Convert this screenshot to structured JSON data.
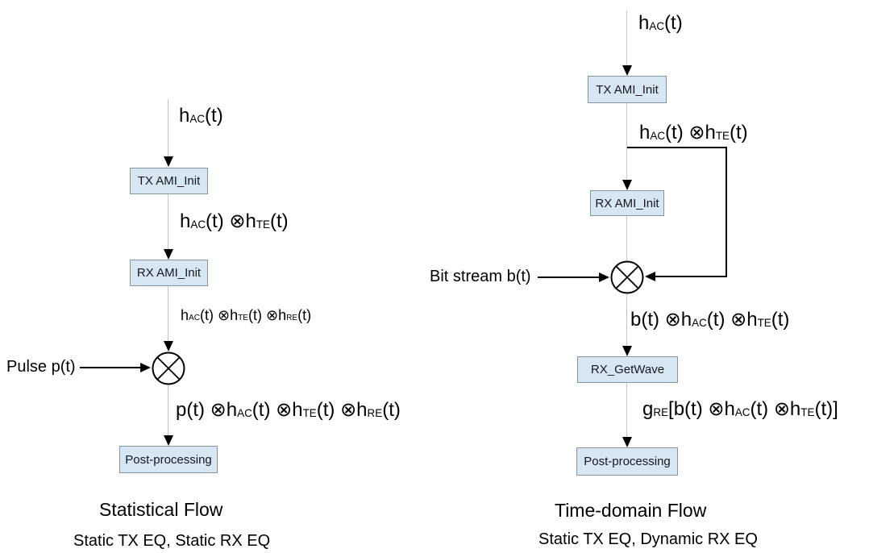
{
  "colors": {
    "background": "#ffffff",
    "box_fill": "#d7e6f3",
    "box_border": "#87939d",
    "connector_line": "#c4c4c4",
    "arrow_and_text": "#000000"
  },
  "multiplier_symbol": "⊗",
  "flows": [
    {
      "id": "statistical",
      "title": "Statistical Flow",
      "subtitle": "Static TX EQ, Static RX EQ",
      "side_input": "Pulse p(t)",
      "boxes": [
        "TX AMI_Init",
        "RX AMI_Init",
        "Post-processing"
      ],
      "signals": [
        [
          {
            "t": "h"
          },
          {
            "s": "AC"
          },
          {
            "t": "(t)"
          }
        ],
        [
          {
            "t": "h"
          },
          {
            "s": "AC"
          },
          {
            "t": "(t) ⊗h"
          },
          {
            "s": "TE"
          },
          {
            "t": "(t)"
          }
        ],
        [
          {
            "t": "h"
          },
          {
            "s": "AC"
          },
          {
            "t": "(t) ⊗h"
          },
          {
            "s": "TE"
          },
          {
            "t": "(t) ⊗h"
          },
          {
            "s": "RE"
          },
          {
            "t": "(t)"
          }
        ],
        [
          {
            "t": "p(t) ⊗h"
          },
          {
            "s": "AC"
          },
          {
            "t": "(t) ⊗h"
          },
          {
            "s": "TE"
          },
          {
            "t": "(t) ⊗h"
          },
          {
            "s": "RE"
          },
          {
            "t": "(t)"
          }
        ]
      ]
    },
    {
      "id": "time-domain",
      "title": "Time-domain Flow",
      "subtitle": "Static TX EQ, Dynamic RX EQ",
      "side_input": "Bit stream b(t)",
      "boxes": [
        "TX AMI_Init",
        "RX AMI_Init",
        "RX_GetWave",
        "Post-processing"
      ],
      "signals": [
        [
          {
            "t": "h"
          },
          {
            "s": "AC"
          },
          {
            "t": "(t)"
          }
        ],
        [
          {
            "t": "h"
          },
          {
            "s": "AC"
          },
          {
            "t": "(t) ⊗h"
          },
          {
            "s": "TE"
          },
          {
            "t": "(t)"
          }
        ],
        [
          {
            "t": "b(t) ⊗h"
          },
          {
            "s": "AC"
          },
          {
            "t": "(t) ⊗h"
          },
          {
            "s": "TE"
          },
          {
            "t": "(t)"
          }
        ],
        [
          {
            "t": "g"
          },
          {
            "s": "RE"
          },
          {
            "t": "[b(t) ⊗h"
          },
          {
            "s": "AC"
          },
          {
            "t": "(t) ⊗h"
          },
          {
            "s": "TE"
          },
          {
            "t": "(t)]"
          }
        ]
      ]
    }
  ]
}
